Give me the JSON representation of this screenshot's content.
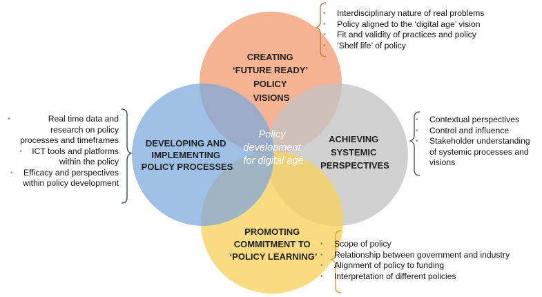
{
  "circles": {
    "top": {
      "lines": [
        "CREATING",
        "‘FUTURE READY’",
        "POLICY",
        "VISIONS"
      ],
      "color": "#f3a27c"
    },
    "left": {
      "lines": [
        "DEVELOPING AND",
        "IMPLEMENTING",
        "POLICY PROCESSES"
      ],
      "color": "#7aa7dc"
    },
    "right": {
      "lines": [
        "ACHIEVING",
        "SYSTEMIC",
        "PERSPECTIVES"
      ],
      "color": "#c4c4c4"
    },
    "bottom": {
      "lines": [
        "PROMOTING",
        "COMMITMENT TO",
        "‘POLICY LEARNING’"
      ],
      "color": "#f7d25f"
    }
  },
  "center": {
    "lines": [
      "Policy",
      "development",
      "for digital age"
    ]
  },
  "lists": {
    "top": [
      "Interdisciplinary nature of real problems",
      "Policy aligned to the ‘digital age’ vision",
      "Fit and validity of practices and policy",
      "‘Shelf life’ of policy"
    ],
    "left": [
      [
        "Real time data and",
        "research on policy",
        "processes and timeframes"
      ],
      [
        "ICT tools and platforms",
        "within the policy"
      ],
      [
        "Efficacy and perspectives",
        "within policy development"
      ]
    ],
    "right": [
      [
        "Contextual perspectives"
      ],
      [
        "Control and influence"
      ],
      [
        "Stakeholder understanding",
        "of systemic processes and",
        "visions"
      ]
    ],
    "bottom": [
      "Scope of policy",
      "Relationship between government and industry",
      "Alignment of policy to funding",
      "Interpretation of different policies"
    ]
  },
  "brackets": {
    "top": "#c47a3a",
    "left": "#2d4b73",
    "right": "#555555",
    "bottom": "#d6a21c"
  }
}
